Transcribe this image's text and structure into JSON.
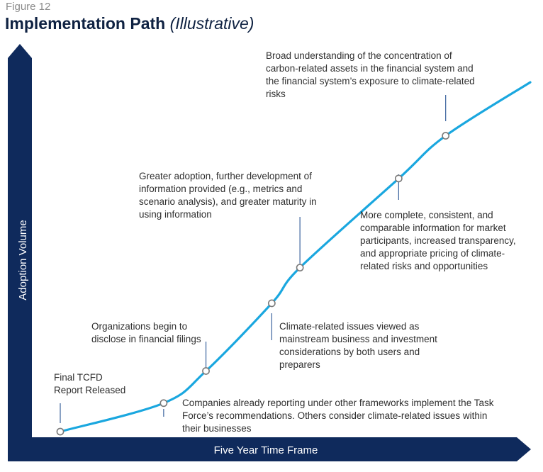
{
  "header": {
    "figure_label": "Figure 12",
    "title": "Implementation Path",
    "subtitle": "(Illustrative)"
  },
  "colors": {
    "axis": "#0f2a5c",
    "curve": "#1aa7df",
    "title": "#0f2242",
    "text": "#2f2f2f",
    "marker_stroke": "#7a7a7a",
    "leader": "#4a6fa5"
  },
  "chart_data": {
    "type": "line",
    "title": "Implementation Path (Illustrative)",
    "xlabel": "Five Year Time Frame",
    "ylabel": "Adoption Volume",
    "grid": false,
    "legend": "none",
    "series": [
      {
        "points": [
          [
            0.0,
            0.0
          ],
          [
            0.22,
            0.08
          ],
          [
            0.31,
            0.17
          ],
          [
            0.45,
            0.36
          ],
          [
            0.51,
            0.46
          ],
          [
            0.72,
            0.71
          ],
          [
            0.82,
            0.83
          ],
          [
            1.0,
            0.98
          ]
        ]
      }
    ],
    "markers": [
      {
        "x": 0.0,
        "y": 0.0,
        "label": "Final TCFD Report Released"
      },
      {
        "x": 0.22,
        "y": 0.08,
        "label": "Companies already reporting under other frameworks implement the Task Force’s recommendations. Others consider climate-related issues within their businesses"
      },
      {
        "x": 0.31,
        "y": 0.17,
        "label": "Organizations begin to disclose in financial filings"
      },
      {
        "x": 0.45,
        "y": 0.36,
        "label": "Climate-related issues viewed as mainstream business and investment considerations by both users and preparers"
      },
      {
        "x": 0.51,
        "y": 0.46,
        "label": "Greater adoption, further development of information provided (e.g., metrics and scenario analysis), and greater maturity in using information"
      },
      {
        "x": 0.72,
        "y": 0.71,
        "label": "More complete, consistent, and comparable information for market participants, increased transparency, and appropriate pricing of climate-related risks and opportunities"
      },
      {
        "x": 0.82,
        "y": 0.83,
        "label": "Broad understanding of the concentration of carbon-related assets in the financial system and the financial system’s exposure to climate-related risks"
      }
    ]
  },
  "annotations": [
    {
      "lines": [
        "Final TCFD",
        "Report Released"
      ]
    },
    {
      "lines": [
        "Companies already reporting under other frameworks implement the Task",
        "Force’s recommendations. Others consider climate-related issues within",
        "their businesses"
      ]
    },
    {
      "lines": [
        "Organizations begin to",
        "disclose in financial filings"
      ]
    },
    {
      "lines": [
        "Climate-related issues viewed as",
        "mainstream business and investment",
        "considerations by both users and",
        "preparers"
      ]
    },
    {
      "lines": [
        "Greater adoption, further development of",
        "information provided (e.g., metrics and",
        "scenario analysis), and greater maturity in",
        "using information"
      ]
    },
    {
      "lines": [
        "More complete, consistent, and",
        "comparable information for market",
        "participants, increased transparency,",
        "and appropriate pricing of climate-",
        "related risks and opportunities"
      ]
    },
    {
      "lines": [
        "Broad understanding of the concentration of",
        "carbon-related assets in the financial system and",
        "the financial system’s exposure to climate-related",
        "risks"
      ]
    }
  ]
}
